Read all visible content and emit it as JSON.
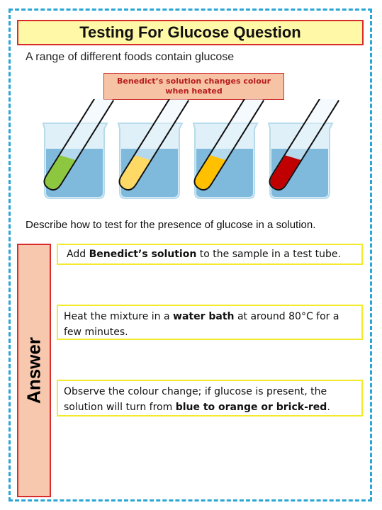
{
  "title": "Testing For Glucose Question",
  "intro": "A range of different foods contain glucose",
  "callout": "Benedict’s solution changes colour when heated",
  "question": "Describe how to test for the presence of glucose in a solution.",
  "answer_label": "Answer",
  "tube_colors": [
    "#8dc63f",
    "#ffd966",
    "#ffc000",
    "#c00000"
  ],
  "liquid_color": "#6fb0d8",
  "answers": {
    "a1": {
      "pre": "Add ",
      "bold": "Benedict’s solution",
      "post": " to the sample in a test tube."
    },
    "a2": {
      "pre": " Heat the mixture in a ",
      "bold": "water bath",
      "post": " at around 80°C for a few minutes."
    },
    "a3": {
      "pre": "Observe the colour change; if glucose is present, the solution will turn from ",
      "bold": "blue to orange or brick-red",
      "post": "."
    }
  }
}
